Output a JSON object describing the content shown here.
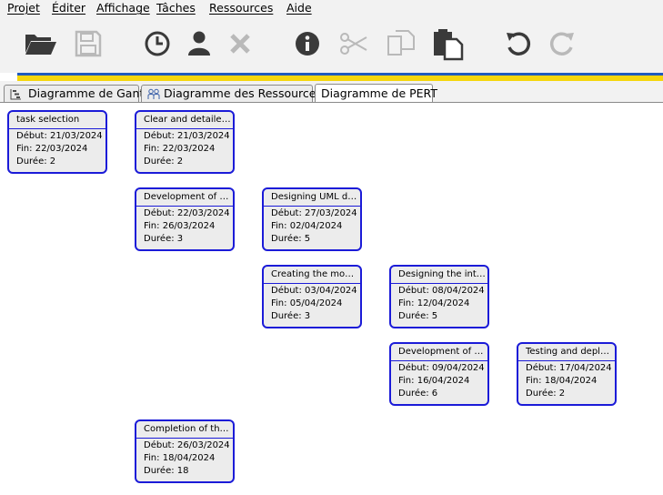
{
  "menu": {
    "items": [
      {
        "label": "Projet",
        "name": "menu-projet"
      },
      {
        "label": "Éditer",
        "name": "menu-editer"
      },
      {
        "label": "Affichage",
        "name": "menu-affichage"
      },
      {
        "label": "Tâches",
        "name": "menu-taches"
      },
      {
        "label": "Ressources",
        "name": "menu-ressources"
      },
      {
        "label": "Aide",
        "name": "menu-aide"
      }
    ]
  },
  "toolbar": {
    "buttons": [
      {
        "icon": "open-folder-icon",
        "enabled": true
      },
      {
        "icon": "save-icon",
        "enabled": false
      },
      {
        "icon": "clock-icon",
        "enabled": true
      },
      {
        "icon": "user-icon",
        "enabled": true
      },
      {
        "icon": "delete-icon",
        "enabled": false
      },
      {
        "icon": "info-icon",
        "enabled": true
      },
      {
        "icon": "cut-icon",
        "enabled": false
      },
      {
        "icon": "copy-icon",
        "enabled": false
      },
      {
        "icon": "paste-icon",
        "enabled": true
      },
      {
        "icon": "undo-icon",
        "enabled": true
      },
      {
        "icon": "redo-icon",
        "enabled": false
      }
    ]
  },
  "colors": {
    "node_border": "#1b1bd8",
    "node_fill": "#ececec",
    "stripe_blue": "#1f5bbf",
    "stripe_yellow": "#f5d60d"
  },
  "tabs": [
    {
      "label": "Diagramme de Gantt",
      "icon": "gantt-icon",
      "active": false
    },
    {
      "label": "Diagramme des Ressources",
      "icon": "resources-icon",
      "active": false
    },
    {
      "label": "Diagramme de PERT",
      "icon": "",
      "active": true
    }
  ],
  "pert": {
    "labels": {
      "start": "Début:",
      "end": "Fin:",
      "duration": "Durée:"
    },
    "nodes": [
      {
        "title": "task selection",
        "start": "21/03/2024",
        "end": "22/03/2024",
        "duration": "2"
      },
      {
        "title": "Clear and detailed ...",
        "start": "21/03/2024",
        "end": "22/03/2024",
        "duration": "2"
      },
      {
        "title": "Development of the...",
        "start": "22/03/2024",
        "end": "26/03/2024",
        "duration": "3"
      },
      {
        "title": "Designing UML dia...",
        "start": "27/03/2024",
        "end": "02/04/2024",
        "duration": "5"
      },
      {
        "title": "Creating the mocku...",
        "start": "03/04/2024",
        "end": "05/04/2024",
        "duration": "3"
      },
      {
        "title": "Designing the inter...",
        "start": "08/04/2024",
        "end": "12/04/2024",
        "duration": "5"
      },
      {
        "title": "Development of the...",
        "start": "09/04/2024",
        "end": "16/04/2024",
        "duration": "6"
      },
      {
        "title": "Testing and deploy...",
        "start": "17/04/2024",
        "end": "18/04/2024",
        "duration": "2"
      },
      {
        "title": "Completion of the r...",
        "start": "26/03/2024",
        "end": "18/04/2024",
        "duration": "18"
      }
    ]
  }
}
